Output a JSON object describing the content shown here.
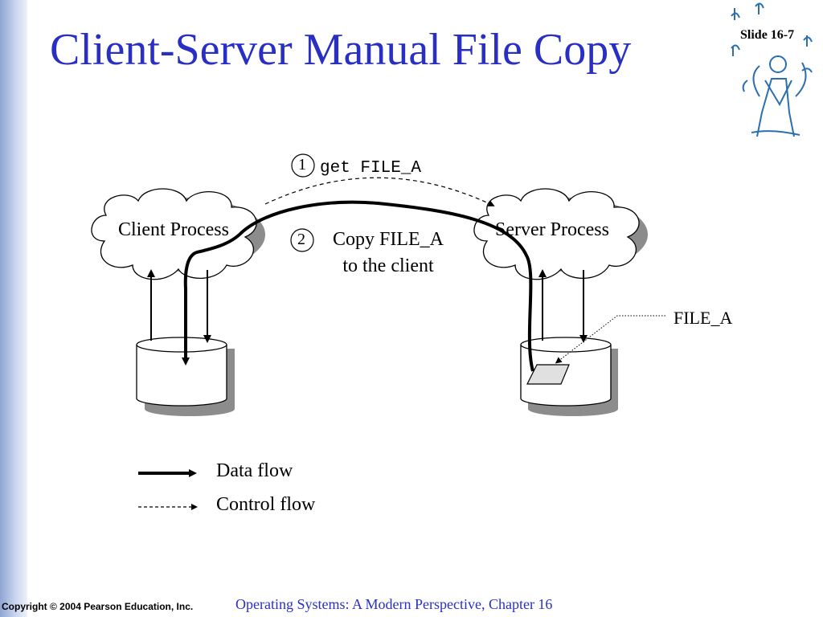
{
  "slide": {
    "title": "Client-Server Manual File Copy",
    "slide_number": "Slide 16-7",
    "footer_copyright": "Copyright © 2004 Pearson Education, Inc.",
    "footer_book": "Operating Systems: A Modern Perspective, Chapter 16"
  },
  "diagram": {
    "client_label": "Client Process",
    "server_label": "Server Process",
    "step1_number": "1",
    "step1_text": "get FILE_A",
    "step2_number": "2",
    "step2_line1": "Copy FILE_A",
    "step2_line2": "to the client",
    "file_label": "FILE_A"
  },
  "legend": {
    "data_flow": "Data flow",
    "control_flow": "Control flow"
  },
  "colors": {
    "title": "#2a2fc4",
    "sidebar": "#8ea6d2"
  }
}
